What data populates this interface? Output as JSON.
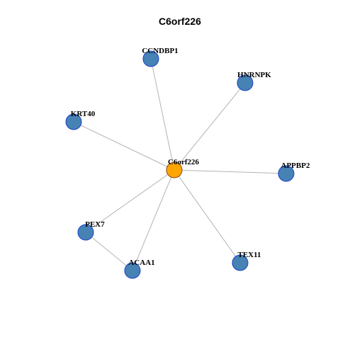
{
  "title": "C6orf226",
  "colors": {
    "center_fill": "#FFA500",
    "center_stroke": "#8B4513",
    "neighbor_fill": "#4682B4",
    "neighbor_stroke": "#1f3fcf",
    "edge": "#b3b3b3"
  },
  "nodes": [
    {
      "id": "C6orf226",
      "label": "C6orf226",
      "role": "center"
    },
    {
      "id": "CCNDBP1",
      "label": "CCNDBP1",
      "role": "neighbor"
    },
    {
      "id": "HNRNPK",
      "label": "HNRNPK",
      "role": "neighbor"
    },
    {
      "id": "KRT40",
      "label": "KRT40",
      "role": "neighbor"
    },
    {
      "id": "APPBP2",
      "label": "APPBP2",
      "role": "neighbor"
    },
    {
      "id": "PEX7",
      "label": "PEX7",
      "role": "neighbor"
    },
    {
      "id": "ACAA1",
      "label": "ACAA1",
      "role": "neighbor"
    },
    {
      "id": "TEX11",
      "label": "TEX11",
      "role": "neighbor"
    }
  ],
  "edges": [
    [
      "C6orf226",
      "CCNDBP1"
    ],
    [
      "C6orf226",
      "HNRNPK"
    ],
    [
      "C6orf226",
      "KRT40"
    ],
    [
      "C6orf226",
      "APPBP2"
    ],
    [
      "C6orf226",
      "PEX7"
    ],
    [
      "C6orf226",
      "ACAA1"
    ],
    [
      "C6orf226",
      "TEX11"
    ],
    [
      "PEX7",
      "ACAA1"
    ]
  ]
}
